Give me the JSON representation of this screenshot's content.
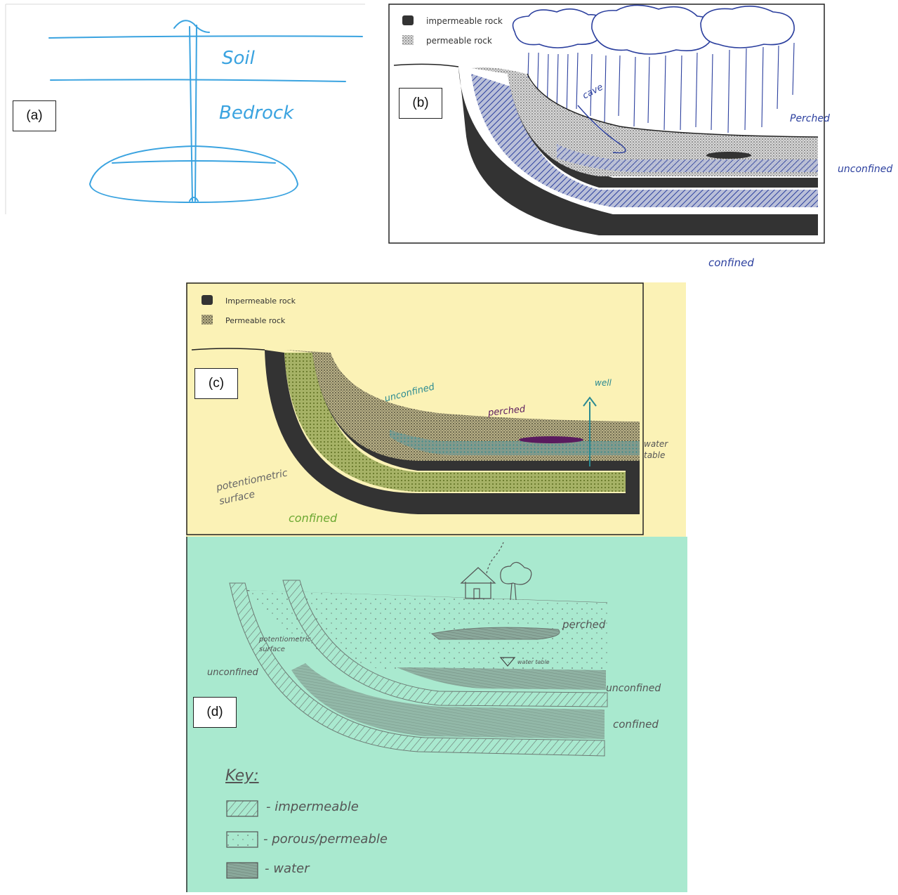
{
  "panels": {
    "a": {
      "label": "(a)",
      "soil": "Soil",
      "bedrock": "Bedrock",
      "color": "#3aa3e0"
    },
    "b": {
      "label": "(b)",
      "legend_impermeable": "impermeable rock",
      "legend_permeable": "permeable rock",
      "cave": "cave",
      "perched": "Perched",
      "unconfined": "unconfined",
      "confined": "confined",
      "ink_color": "#2b3f9e"
    },
    "c": {
      "label": "(c)",
      "legend_impermeable": "Impermeable rock",
      "legend_permeable": "Permeable rock",
      "unconfined": "unconfined",
      "perched": "perched",
      "well": "well",
      "water_table": "water table",
      "potentiometric": "potentiometric surface",
      "confined": "confined",
      "paper_color": "#fbf2b6"
    },
    "d": {
      "label": "(d)",
      "perched": "perched",
      "potentiometric": "potentiometric surface",
      "water_table": "water table",
      "unconfined_left": "unconfined",
      "unconfined_right": "unconfined",
      "confined": "confined",
      "key_title": "Key:",
      "key_impermeable": "- impermeable",
      "key_porous": "- porous/permeable",
      "key_water": "- water",
      "paper_color": "#a9e9cf"
    }
  }
}
